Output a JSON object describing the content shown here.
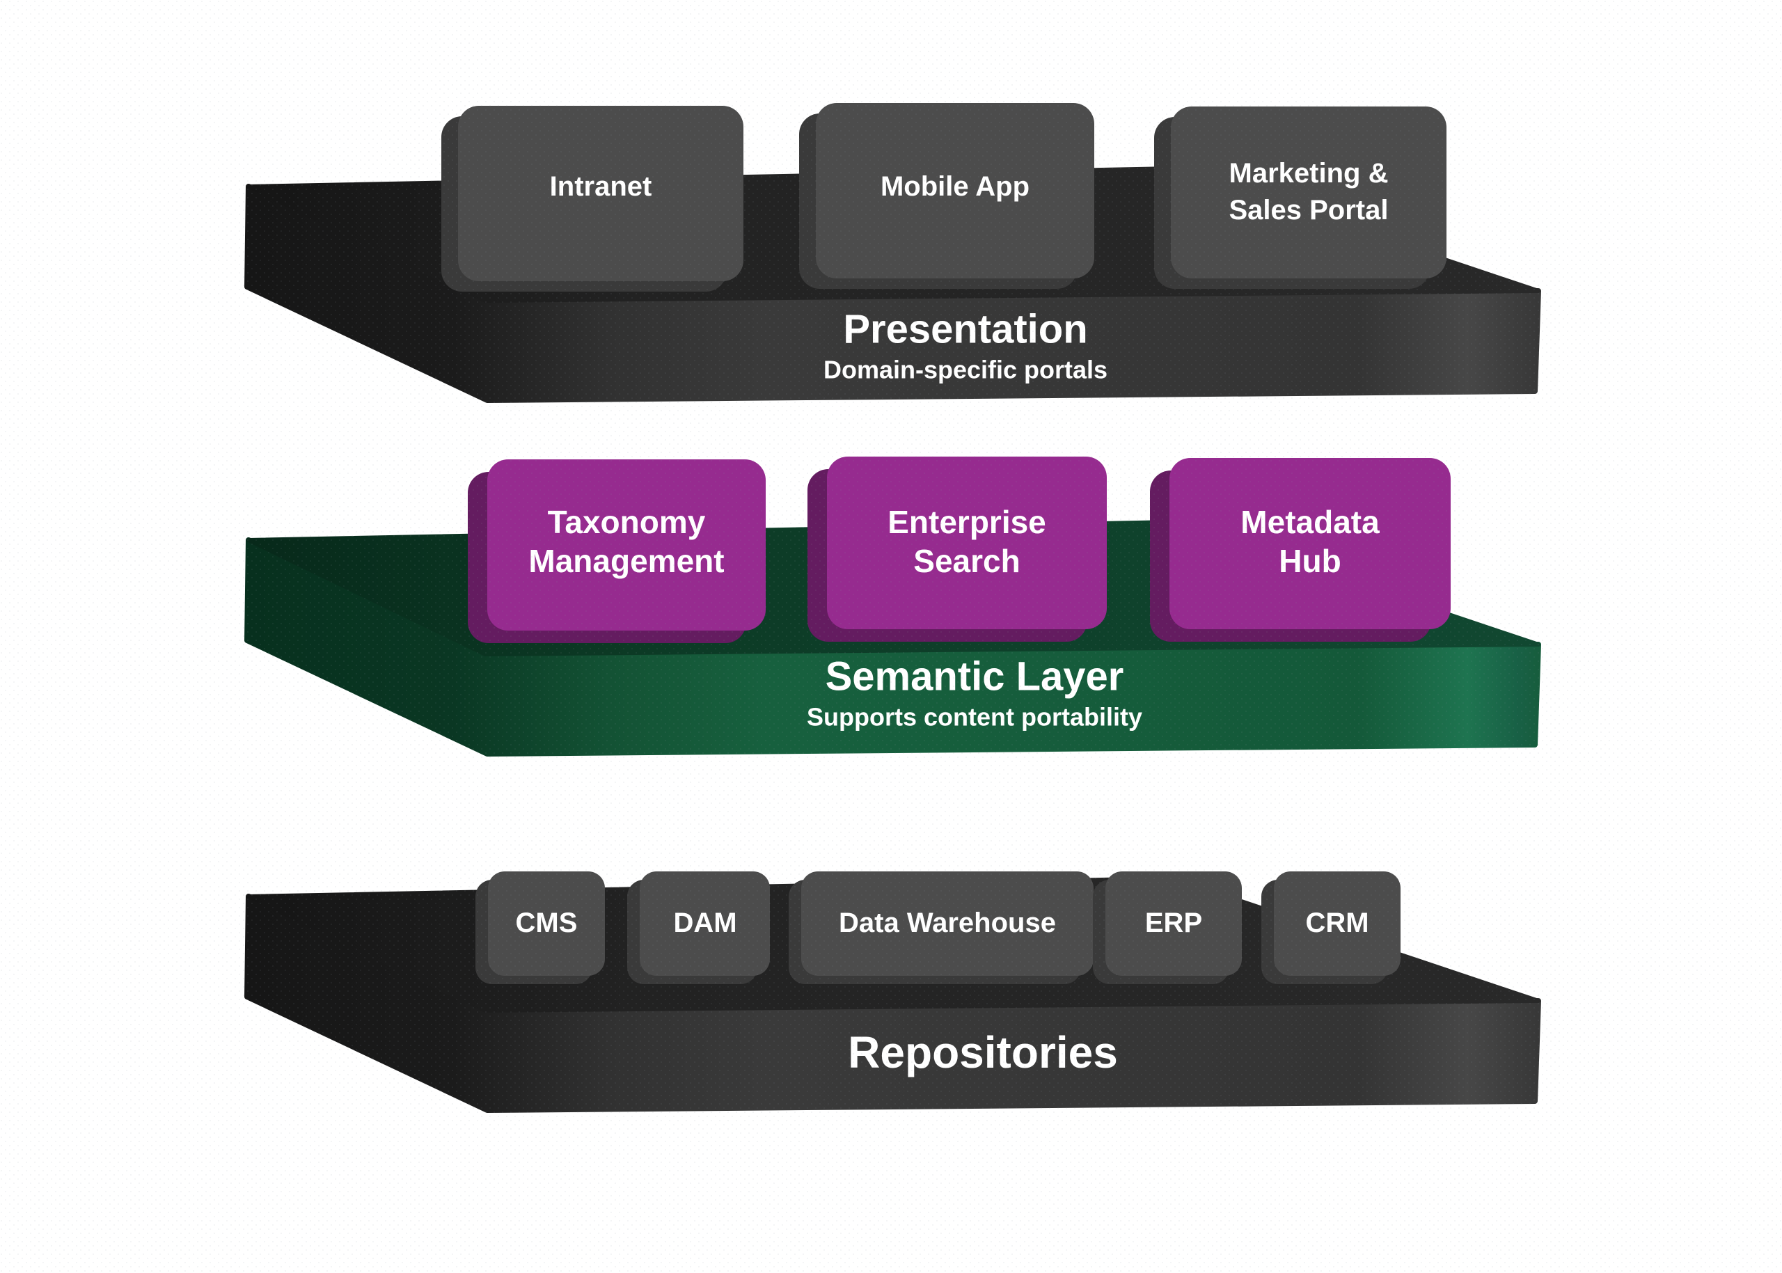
{
  "colors": {
    "background": "#ffffff",
    "platform_gray_front": "#383838",
    "platform_gray_top": "#222222",
    "platform_green_front": "#17603e",
    "platform_green_top": "#0c3a25",
    "box_gray": "#4c4c4c",
    "box_purple": "#962b8f",
    "text": "#ffffff"
  },
  "layers": [
    {
      "id": "presentation",
      "title": "Presentation",
      "subtitle": "Domain-specific portals",
      "box_color": "#4c4c4c",
      "box_shadow_color": "#3a3a3a",
      "boxes": [
        {
          "id": "intranet",
          "lines": [
            "Intranet"
          ]
        },
        {
          "id": "mobile-app",
          "lines": [
            "Mobile App"
          ]
        },
        {
          "id": "marketing-sales-portal",
          "lines": [
            "Marketing &",
            "Sales Portal"
          ]
        }
      ]
    },
    {
      "id": "semantic-layer",
      "title": "Semantic Layer",
      "subtitle": "Supports content portability",
      "box_color": "#962b8f",
      "box_shadow_color": "#641c60",
      "boxes": [
        {
          "id": "taxonomy-management",
          "lines": [
            "Taxonomy",
            "Management"
          ]
        },
        {
          "id": "enterprise-search",
          "lines": [
            "Enterprise",
            "Search"
          ]
        },
        {
          "id": "metadata-hub",
          "lines": [
            "Metadata",
            "Hub"
          ]
        }
      ]
    },
    {
      "id": "repositories",
      "title": "Repositories",
      "box_color": "#4c4c4c",
      "box_shadow_color": "#3a3a3a",
      "boxes": [
        {
          "id": "cms",
          "lines": [
            "CMS"
          ]
        },
        {
          "id": "dam",
          "lines": [
            "DAM"
          ]
        },
        {
          "id": "data-warehouse",
          "lines": [
            "Data Warehouse"
          ]
        },
        {
          "id": "erp",
          "lines": [
            "ERP"
          ]
        },
        {
          "id": "crm",
          "lines": [
            "CRM"
          ]
        }
      ]
    }
  ]
}
